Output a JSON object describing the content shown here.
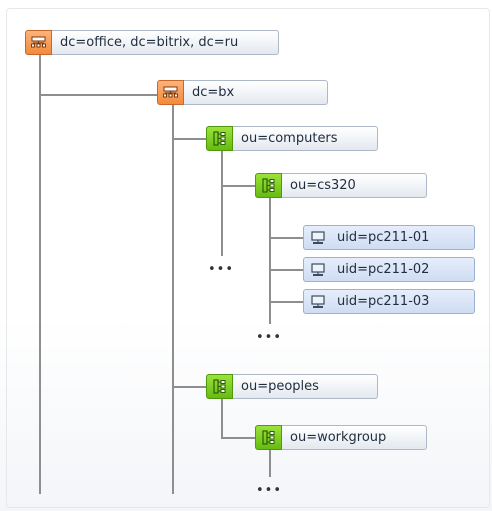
{
  "tree": {
    "root": {
      "label": "dc=office, dc=bitrix, dc=ru",
      "icon": "domain-icon"
    },
    "bx": {
      "label": "dc=bx",
      "icon": "domain-icon"
    },
    "computers": {
      "label": "ou=computers",
      "icon": "org-unit-icon"
    },
    "cs320": {
      "label": "ou=cs320",
      "icon": "org-unit-icon"
    },
    "pc01": {
      "label": "uid=pc211-01",
      "icon": "computer-icon"
    },
    "pc02": {
      "label": "uid=pc211-02",
      "icon": "computer-icon"
    },
    "pc03": {
      "label": "uid=pc211-03",
      "icon": "computer-icon"
    },
    "peoples": {
      "label": "ou=peoples",
      "icon": "org-unit-icon"
    },
    "workgroup": {
      "label": "ou=workgroup",
      "icon": "org-unit-icon"
    },
    "ellipsis": "•••"
  },
  "colors": {
    "domain": "#f28a3c",
    "org_unit": "#66bb12",
    "computer": "#cfdcf3",
    "connector": "#8e8e8e"
  }
}
